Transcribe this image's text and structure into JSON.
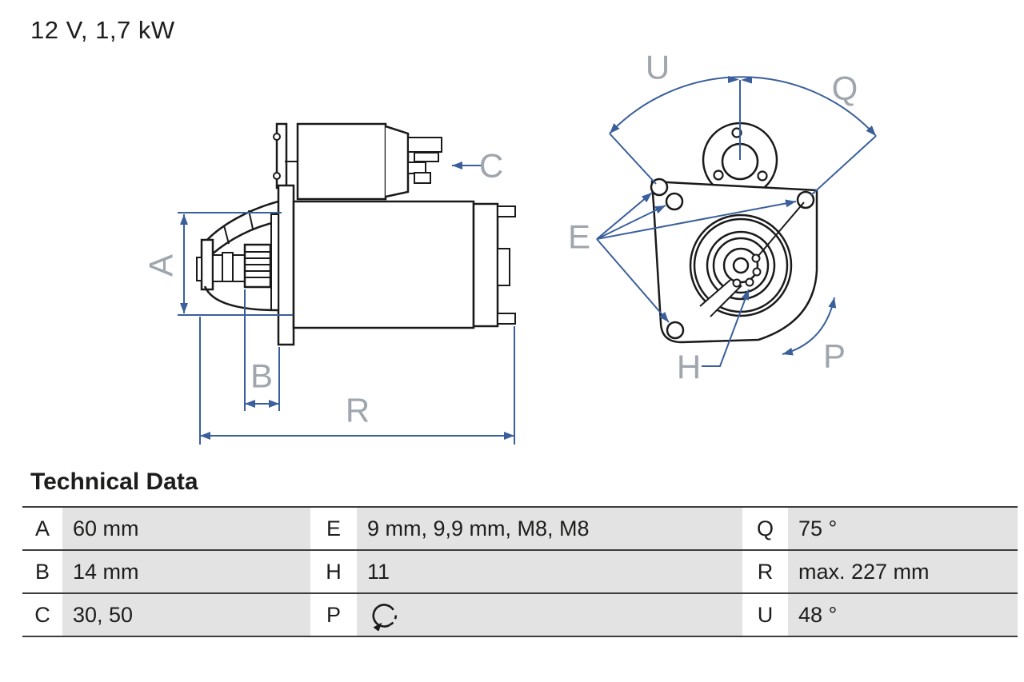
{
  "title": "12 V, 1,7 kW",
  "section_heading": "Technical Data",
  "diagram": {
    "labels": {
      "A": "A",
      "B": "B",
      "C": "C",
      "R": "R",
      "U": "U",
      "Q": "Q",
      "E": "E",
      "H": "H",
      "P": "P"
    },
    "dimension_line_color": "#3A5F9B",
    "label_color": "#9FA6AE",
    "outline_color": "#1A1A1A"
  },
  "table": {
    "cell_bg": "#E3E3E3",
    "line_color": "#3D3D3D",
    "rows": [
      [
        {
          "key": "A",
          "value": "60 mm"
        },
        {
          "key": "E",
          "value": "9 mm, 9,9 mm, M8, M8"
        },
        {
          "key": "Q",
          "value": "75 °"
        }
      ],
      [
        {
          "key": "B",
          "value": "14 mm"
        },
        {
          "key": "H",
          "value": "11"
        },
        {
          "key": "R",
          "value": "max. 227 mm"
        }
      ],
      [
        {
          "key": "C",
          "value": "30, 50"
        },
        {
          "key": "P",
          "value": "",
          "icon": "rotation-ccw-icon"
        },
        {
          "key": "U",
          "value": "48 °"
        }
      ]
    ]
  }
}
